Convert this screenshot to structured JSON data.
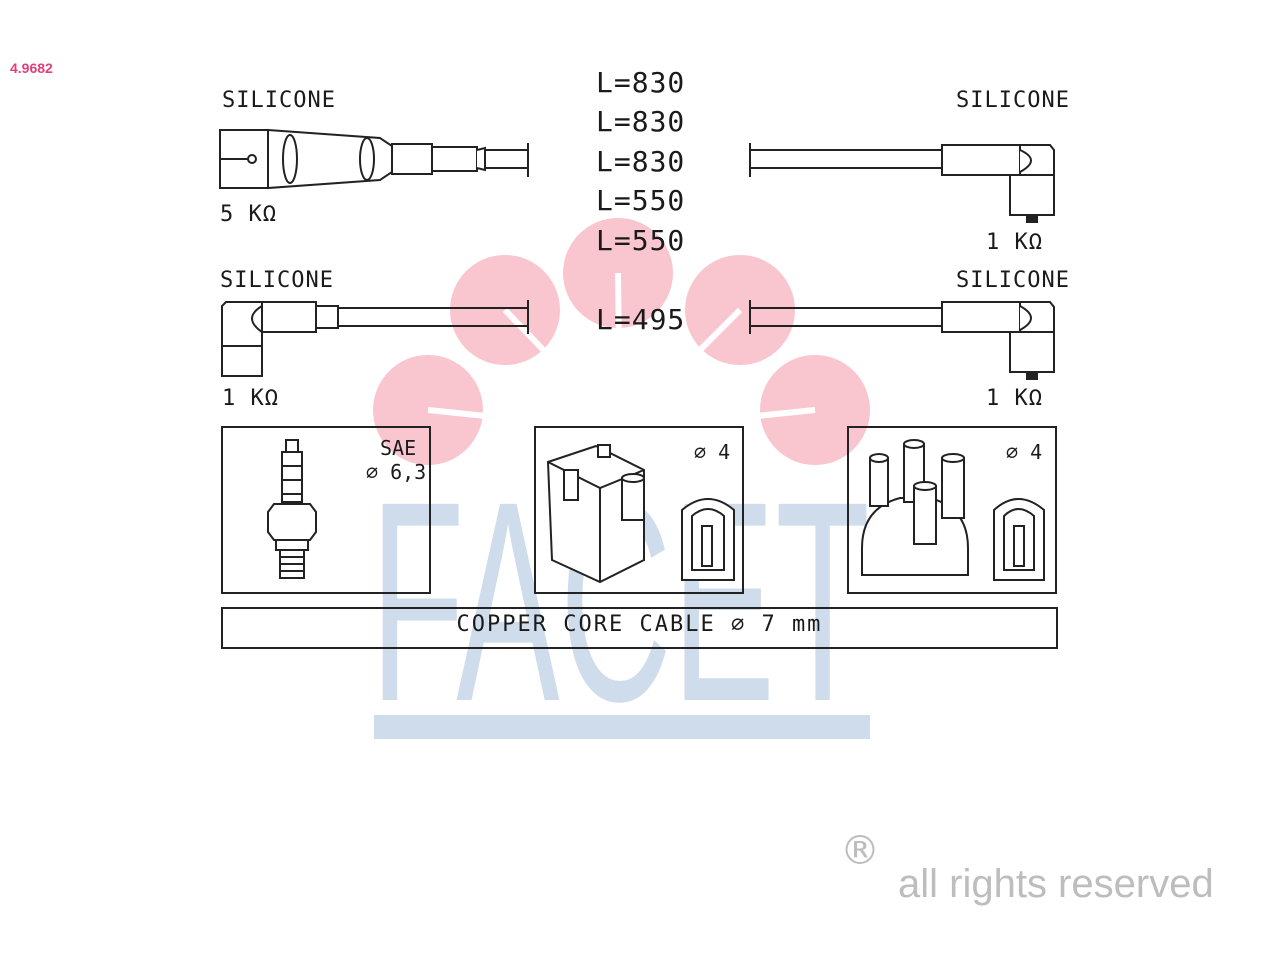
{
  "part_number": "4.9682",
  "watermark": {
    "text": "FACET",
    "circle_color": "#f9c6cf",
    "letter_color": "#cfdcec"
  },
  "labels": {
    "top_left_material": "SILICONE",
    "top_left_resistance": "5 KΩ",
    "top_right_material": "SILICONE",
    "top_right_resistance": "1 KΩ",
    "mid_left_material": "SILICONE",
    "mid_left_resistance": "1 KΩ",
    "mid_right_material": "SILICONE",
    "mid_right_resistance": "1 KΩ"
  },
  "lengths": [
    "L=830",
    "L=830",
    "L=830",
    "L=550",
    "L=550",
    "L=495"
  ],
  "terminals": {
    "spark_plug_standard": "SAE",
    "spark_plug_diameter": "⌀ 6,3",
    "coil_diameter": "⌀ 4",
    "distributor_diameter": "⌀ 4"
  },
  "cable": "COPPER CORE CABLE ⌀ 7 mm",
  "footer": {
    "symbol": "®",
    "text": "all rights reserved"
  },
  "line_color": "#222222"
}
